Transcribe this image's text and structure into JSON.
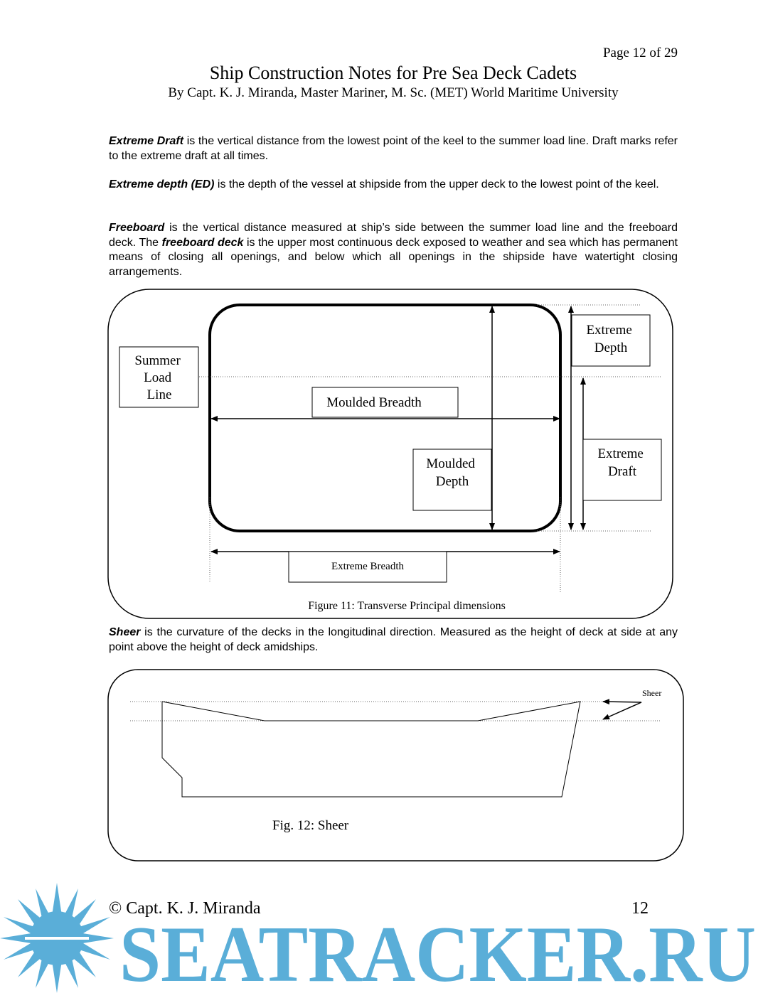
{
  "header": {
    "page_number": "Page 12 of 29",
    "title": "Ship Construction Notes for Pre Sea Deck Cadets",
    "author": "By Capt. K. J. Miranda, Master Mariner, M. Sc. (MET) World Maritime University"
  },
  "paragraphs": {
    "extreme_draft": {
      "term": "Extreme Draft",
      "text": " is the vertical distance from the lowest point of the keel to the summer load line.  Draft marks refer to the extreme draft at all times."
    },
    "extreme_depth": {
      "term": "Extreme depth (ED)",
      "text": " is the depth of the vessel at shipside from the upper deck to the lowest point of the keel."
    },
    "freeboard": {
      "term": "Freeboard",
      "text_1": " is the vertical distance measured at ship’s side between the summer load line and the freeboard deck.  The ",
      "term_2": "freeboard deck",
      "text_2": " is the upper most continuous deck exposed to weather and sea which has permanent means of closing all openings, and below which all openings in the shipside have watertight closing arrangements."
    },
    "sheer": {
      "term": "Sheer",
      "text": " is the curvature of the decks in the longitudinal direction.  Measured as the height of deck at side at any point above the height of deck amidships."
    }
  },
  "figure_11": {
    "caption": "Figure 11: Transverse Principal dimensions",
    "labels": {
      "summer_load_line": [
        "Summer",
        "Load",
        "Line"
      ],
      "moulded_breadth": "Moulded Breadth",
      "moulded_depth": [
        "Moulded",
        "Depth"
      ],
      "extreme_depth": [
        "Extreme",
        "Depth"
      ],
      "extreme_draft": [
        "Extreme",
        "Draft"
      ],
      "extreme_breadth": "Extreme Breadth"
    }
  },
  "figure_12": {
    "caption": "Fig. 12: Sheer",
    "label": "Sheer"
  },
  "footer": {
    "copyright": "© Capt. K. J. Miranda",
    "page": "12"
  },
  "watermark": {
    "text": "SEATRACKER.RU",
    "color": "#5aaed8"
  }
}
